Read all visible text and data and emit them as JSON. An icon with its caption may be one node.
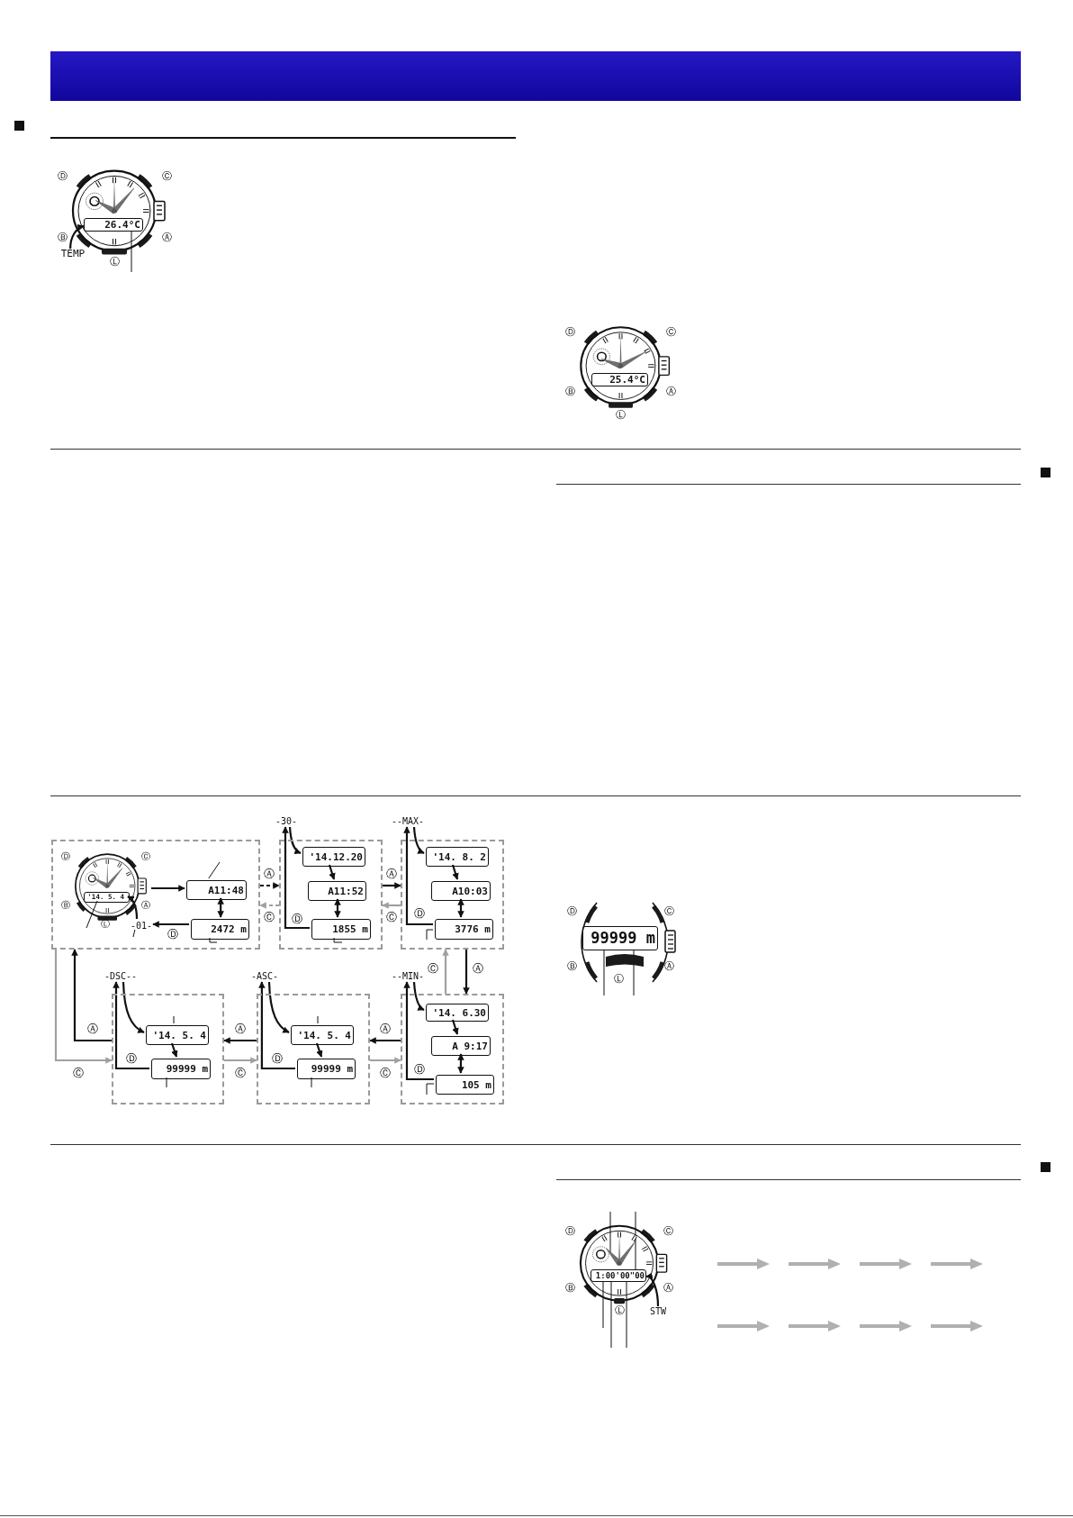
{
  "diagram": {
    "nodes": [
      {
        "text": [],
        "shape": "picture"
      },
      {
        "text": [
          "26.4°C"
        ],
        "in": 0
      },
      {
        "text": [
          "TEMP"
        ]
      },
      {
        "text": [],
        "shape": "picture"
      },
      {
        "text": [
          "25.4°C"
        ],
        "in": 3
      },
      {
        "text": [],
        "shape": "box"
      },
      {
        "text": [],
        "shape": "picture",
        "in": 5
      },
      {
        "text": [
          "'14. 5. 4"
        ],
        "in": 6
      },
      {
        "text": [
          "A11:48"
        ],
        "in": 5
      },
      {
        "text": [
          "2472 m"
        ],
        "in": 5
      },
      {
        "text": [
          "-01-"
        ],
        "in": 5
      },
      {
        "text": [
          "-30-"
        ]
      },
      {
        "text": [],
        "shape": "box"
      },
      {
        "text": [
          "'14.12.20"
        ],
        "in": 12
      },
      {
        "text": [
          "A11:52"
        ],
        "in": 12
      },
      {
        "text": [
          "1855 m"
        ],
        "in": 12
      },
      {
        "text": [
          "--MAX-"
        ]
      },
      {
        "text": [],
        "shape": "box"
      },
      {
        "text": [
          "'14. 8. 2"
        ],
        "in": 17
      },
      {
        "text": [
          "A10:03"
        ],
        "in": 17
      },
      {
        "text": [
          "3776 m"
        ],
        "in": 17
      },
      {
        "text": [
          "-DSC--"
        ]
      },
      {
        "text": [],
        "shape": "box"
      },
      {
        "text": [
          "'14. 5. 4"
        ],
        "in": 22
      },
      {
        "text": [
          "99999 m"
        ],
        "in": 22
      },
      {
        "text": [
          "-ASC-"
        ]
      },
      {
        "text": [],
        "shape": "box"
      },
      {
        "text": [
          "'14. 5. 4"
        ],
        "in": 26
      },
      {
        "text": [
          "99999 m"
        ],
        "in": 26
      },
      {
        "text": [
          "--MIN-"
        ]
      },
      {
        "text": [],
        "shape": "box"
      },
      {
        "text": [
          "'14. 6.30"
        ],
        "in": 30
      },
      {
        "text": [
          "A 9:17"
        ],
        "in": 30
      },
      {
        "text": [
          "105 m"
        ],
        "in": 30
      },
      {
        "text": [],
        "shape": "picture"
      },
      {
        "text": [
          "99999 m"
        ],
        "in": 34
      },
      {
        "text": [],
        "shape": "picture"
      },
      {
        "text": [
          "1:00'00\"00"
        ],
        "in": 36
      },
      {
        "text": [
          "STW"
        ]
      }
    ],
    "edges": [
      {
        "from": 2,
        "to": 1,
        "arrow": "to"
      },
      {
        "from": 6,
        "to": 8,
        "arrow": "to"
      },
      {
        "from": 8,
        "to": 9,
        "arrow": "both"
      },
      {
        "from": 9,
        "to": 10,
        "arrow": "to",
        "label": "Ⓓ"
      },
      {
        "from": 10,
        "to": 7,
        "arrow": "to"
      },
      {
        "from": 5,
        "to": 12,
        "arrow": "to",
        "label": "Ⓐ",
        "style": "dashed"
      },
      {
        "from": 12,
        "to": 5,
        "arrow": "to",
        "label": "Ⓒ",
        "style": "dashed",
        "color": "#a0a0a0"
      },
      {
        "from": 11,
        "to": 13,
        "arrow": "to"
      },
      {
        "from": 13,
        "to": 14,
        "arrow": "to"
      },
      {
        "from": 14,
        "to": 15,
        "arrow": "both"
      },
      {
        "from": 15,
        "to": 11,
        "arrow": "to",
        "label": "Ⓓ"
      },
      {
        "from": 12,
        "to": 17,
        "arrow": "to",
        "label": "Ⓐ"
      },
      {
        "from": 17,
        "to": 12,
        "arrow": "to",
        "label": "Ⓒ",
        "color": "#a0a0a0"
      },
      {
        "from": 16,
        "to": 18,
        "arrow": "to"
      },
      {
        "from": 18,
        "to": 19,
        "arrow": "to"
      },
      {
        "from": 19,
        "to": 20,
        "arrow": "both"
      },
      {
        "from": 20,
        "to": 16,
        "arrow": "to",
        "label": "Ⓓ"
      },
      {
        "from": 17,
        "to": 30,
        "arrow": "to",
        "label": "Ⓐ"
      },
      {
        "from": 30,
        "to": 17,
        "arrow": "to",
        "label": "Ⓒ",
        "color": "#a0a0a0"
      },
      {
        "from": 29,
        "to": 31,
        "arrow": "to"
      },
      {
        "from": 31,
        "to": 32,
        "arrow": "to"
      },
      {
        "from": 32,
        "to": 33,
        "arrow": "both"
      },
      {
        "from": 33,
        "to": 29,
        "arrow": "to",
        "label": "Ⓓ"
      },
      {
        "from": 30,
        "to": 26,
        "arrow": "to",
        "label": "Ⓐ"
      },
      {
        "from": 26,
        "to": 30,
        "arrow": "to",
        "label": "Ⓒ",
        "color": "#a0a0a0"
      },
      {
        "from": 25,
        "to": 27,
        "arrow": "to"
      },
      {
        "from": 27,
        "to": 28,
        "arrow": "to"
      },
      {
        "from": 28,
        "to": 25,
        "arrow": "to",
        "label": "Ⓓ"
      },
      {
        "from": 26,
        "to": 22,
        "arrow": "to",
        "label": "Ⓐ"
      },
      {
        "from": 22,
        "to": 26,
        "arrow": "to",
        "label": "Ⓒ",
        "color": "#a0a0a0"
      },
      {
        "from": 21,
        "to": 23,
        "arrow": "to"
      },
      {
        "from": 23,
        "to": 24,
        "arrow": "to"
      },
      {
        "from": 24,
        "to": 21,
        "arrow": "to",
        "label": "Ⓓ"
      },
      {
        "from": 22,
        "to": 5,
        "arrow": "to",
        "label": "Ⓐ"
      },
      {
        "from": 5,
        "to": 22,
        "arrow": "to",
        "label": "Ⓒ",
        "color": "#a0a0a0"
      },
      {
        "from": 38,
        "to": 37,
        "arrow": "to"
      },
      {
        "from": 1,
        "to": null,
        "arrow": "none"
      },
      {
        "from": 7,
        "to": null,
        "arrow": "none"
      },
      {
        "from": 8,
        "to": null,
        "arrow": "none"
      },
      {
        "from": 9,
        "to": null,
        "arrow": "none"
      },
      {
        "from": 10,
        "to": null,
        "arrow": "none"
      },
      {
        "from": 15,
        "to": null,
        "arrow": "none"
      },
      {
        "from": 20,
        "to": null,
        "arrow": "none"
      },
      {
        "from": 27,
        "to": null,
        "arrow": "none"
      },
      {
        "from": 28,
        "to": null,
        "arrow": "none"
      },
      {
        "from": 23,
        "to": null,
        "arrow": "none"
      },
      {
        "from": 24,
        "to": null,
        "arrow": "none"
      },
      {
        "from": 33,
        "to": null,
        "arrow": "none"
      },
      {
        "from": 35,
        "to": null,
        "arrow": "none"
      },
      {
        "from": 35,
        "to": null,
        "arrow": "none"
      },
      {
        "from": 36,
        "to": null,
        "arrow": "none"
      },
      {
        "from": 37,
        "to": null,
        "arrow": "none"
      },
      {
        "from": 37,
        "to": null,
        "arrow": "none"
      },
      {
        "from": 37,
        "to": null,
        "arrow": "none"
      },
      {
        "from": 37,
        "to": null,
        "arrow": "none"
      }
    ],
    "labels": [
      "Ⓓ",
      "Ⓒ",
      "Ⓑ",
      "Ⓐ",
      "Ⓛ",
      "Ⓓ",
      "Ⓒ",
      "Ⓑ",
      "Ⓐ",
      "Ⓛ",
      "Ⓓ",
      "Ⓒ",
      "Ⓑ",
      "Ⓐ",
      "Ⓛ",
      "Ⓓ",
      "Ⓒ",
      "Ⓑ",
      "Ⓐ",
      "Ⓛ",
      "Ⓓ",
      "Ⓒ",
      "Ⓑ",
      "Ⓐ",
      "Ⓛ"
    ]
  }
}
